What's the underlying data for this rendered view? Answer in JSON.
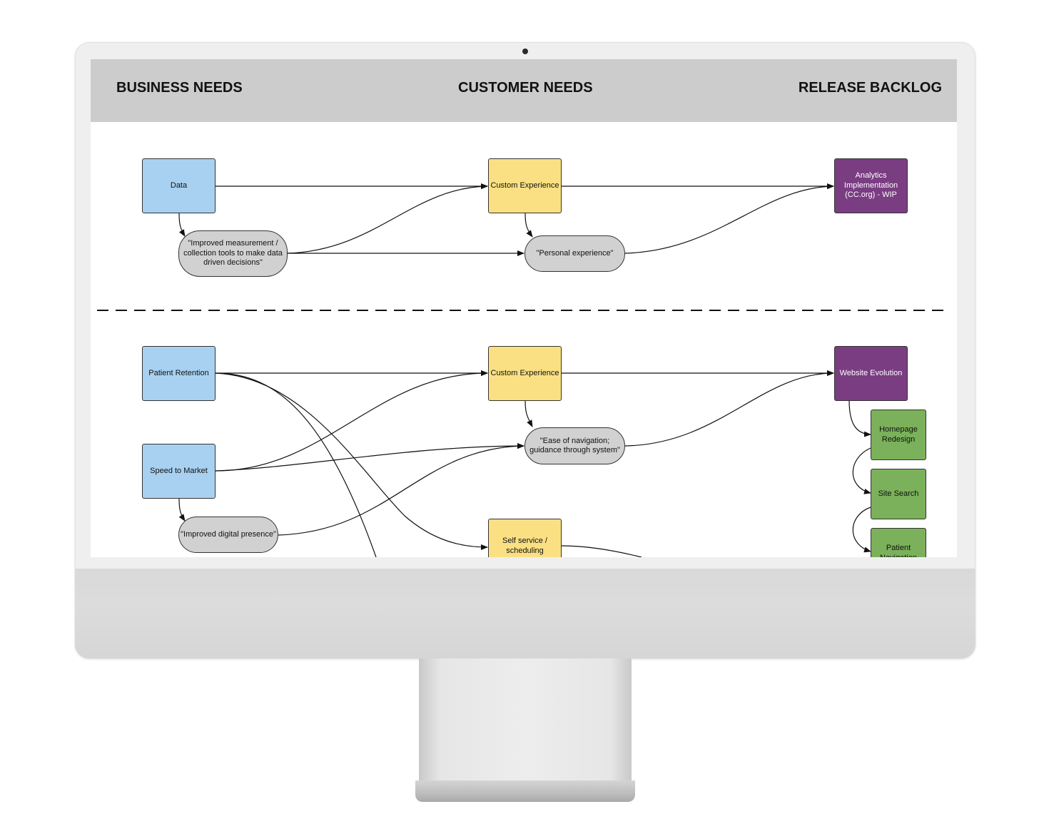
{
  "columns": {
    "business": "BUSINESS NEEDS",
    "customer": "CUSTOMER NEEDS",
    "release": "RELEASE BACKLOG"
  },
  "nodes": {
    "data": "Data",
    "measure_quote": "\"Improved measurement / collection tools to make data driven decisions\"",
    "custom_exp_1": "Custom Experience",
    "personal_quote": "\"Personal experience\"",
    "analytics": "Analytics Implementation (CC.org) - WIP",
    "patient_retention": "Patient Retention",
    "speed_to_market": "Speed to Market",
    "digital_quote": "\"Improved digital presence\"",
    "custom_exp_2": "Custom Experience",
    "nav_quote": "\"Ease of navigation; guidance through system\"",
    "self_service": "Self service / scheduling",
    "website_evolution": "Website Evolution",
    "homepage": "Homepage Redesign",
    "site_search": "Site Search",
    "patient_nav": "Patient Navigation"
  },
  "colors": {
    "business": "#a8d1f1",
    "customer": "#fbe083",
    "release": "#7a3d82",
    "backlog_item": "#7ab15a",
    "quote": "#d1d1d1",
    "header": "#cccccc"
  }
}
